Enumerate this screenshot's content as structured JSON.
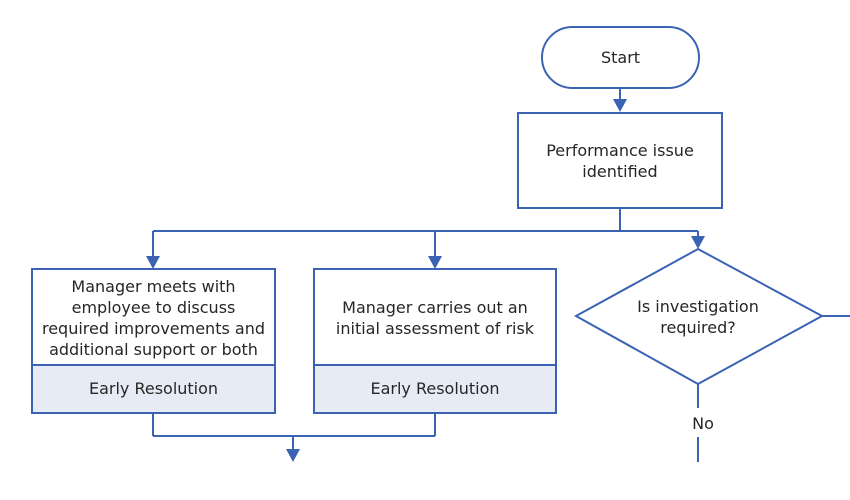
{
  "diagram": {
    "start": {
      "label": "Start"
    },
    "step_performance": {
      "lines": [
        "Performance issue",
        "identified"
      ]
    },
    "step_meet": {
      "lines": [
        "Manager meets with",
        "employee to discuss",
        "required improvements and",
        "additional support or both"
      ],
      "band": "Early Resolution"
    },
    "step_assess": {
      "lines": [
        "Manager carries out an",
        "initial assessment of risk"
      ],
      "band": "Early Resolution"
    },
    "decision_investigation": {
      "lines": [
        "Is investigation",
        "required?"
      ],
      "no_label": "No"
    }
  },
  "colors": {
    "line": "#3b63b3",
    "band_fill": "#e6ebf5",
    "text": "#262626"
  }
}
